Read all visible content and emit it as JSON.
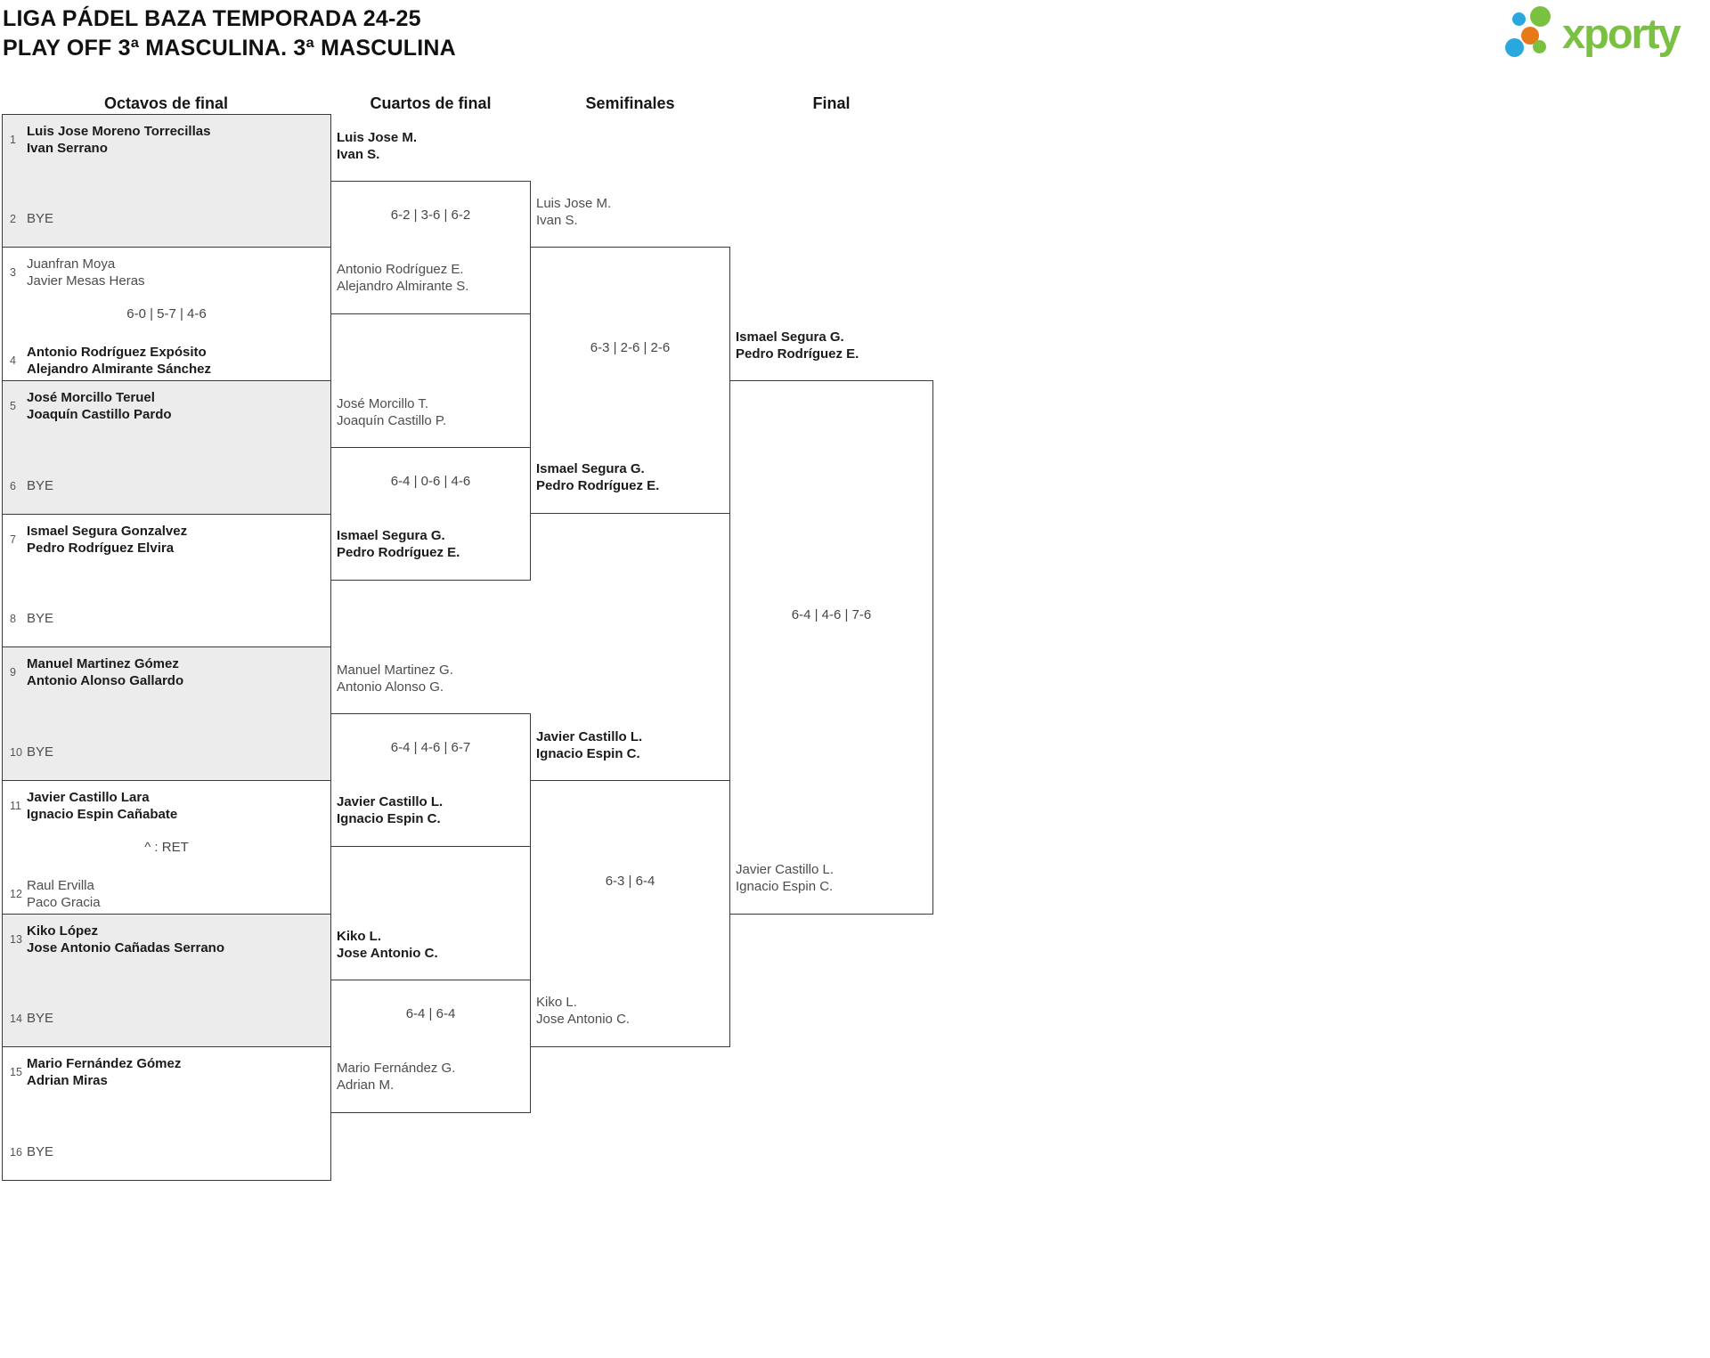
{
  "title": {
    "line1": "LIGA PÁDEL BAZA TEMPORADA 24-25",
    "line2": "PLAY OFF 3ª MASCULINA. 3ª MASCULINA"
  },
  "logo": {
    "text": "xporty",
    "green": "#7ac142",
    "blue": "#29a8e0",
    "orange": "#e87917"
  },
  "round_headers": [
    "Octavos de final",
    "Cuartos de final",
    "Semifinales",
    "Final"
  ],
  "bracket": {
    "octavos": [
      {
        "seed_top": "1",
        "top1": "Luis Jose Moreno Torrecillas",
        "top2": "Ivan Serrano",
        "top_winner": true,
        "score": "",
        "seed_bottom": "2",
        "bottom1": "BYE",
        "bottom2": "",
        "bottom_winner": false
      },
      {
        "seed_top": "3",
        "top1": "Juanfran Moya",
        "top2": "Javier Mesas Heras",
        "top_winner": false,
        "score": "6-0 | 5-7 | 4-6",
        "seed_bottom": "4",
        "bottom1": "Antonio Rodríguez Expósito",
        "bottom2": "Alejandro Almirante Sánchez",
        "bottom_winner": true
      },
      {
        "seed_top": "5",
        "top1": "José Morcillo Teruel",
        "top2": "Joaquín Castillo Pardo",
        "top_winner": true,
        "score": "",
        "seed_bottom": "6",
        "bottom1": "BYE",
        "bottom2": "",
        "bottom_winner": false
      },
      {
        "seed_top": "7",
        "top1": "Ismael Segura Gonzalvez",
        "top2": "Pedro Rodríguez Elvira",
        "top_winner": true,
        "score": "",
        "seed_bottom": "8",
        "bottom1": "BYE",
        "bottom2": "",
        "bottom_winner": false
      },
      {
        "seed_top": "9",
        "top1": "Manuel Martinez Gómez",
        "top2": "Antonio Alonso Gallardo",
        "top_winner": true,
        "score": "",
        "seed_bottom": "10",
        "bottom1": "BYE",
        "bottom2": "",
        "bottom_winner": false
      },
      {
        "seed_top": "11",
        "top1": "Javier Castillo Lara",
        "top2": "Ignacio Espin Cañabate",
        "top_winner": true,
        "score": "^ : RET",
        "seed_bottom": "12",
        "bottom1": "Raul Ervilla",
        "bottom2": "Paco Gracia",
        "bottom_winner": false
      },
      {
        "seed_top": "13",
        "top1": "Kiko López",
        "top2": "Jose Antonio Cañadas Serrano",
        "top_winner": true,
        "score": "",
        "seed_bottom": "14",
        "bottom1": "BYE",
        "bottom2": "",
        "bottom_winner": false
      },
      {
        "seed_top": "15",
        "top1": "Mario Fernández Gómez",
        "top2": "Adrian Miras",
        "top_winner": true,
        "score": "",
        "seed_bottom": "16",
        "bottom1": "BYE",
        "bottom2": "",
        "bottom_winner": false
      }
    ],
    "cuartos": [
      {
        "top1": "Luis Jose M.",
        "top2": "Ivan S.",
        "top_winner": true,
        "score": "6-2 | 3-6 | 6-2",
        "bottom1": "Antonio Rodríguez E.",
        "bottom2": "Alejandro Almirante S.",
        "bottom_winner": false
      },
      {
        "top1": "José Morcillo T.",
        "top2": "Joaquín Castillo P.",
        "top_winner": false,
        "score": "6-4 | 0-6 | 4-6",
        "bottom1": "Ismael Segura G.",
        "bottom2": "Pedro Rodríguez E.",
        "bottom_winner": true
      },
      {
        "top1": "Manuel Martinez G.",
        "top2": "Antonio Alonso G.",
        "top_winner": false,
        "score": "6-4 | 4-6 | 6-7",
        "bottom1": "Javier Castillo L.",
        "bottom2": "Ignacio Espin C.",
        "bottom_winner": true
      },
      {
        "top1": "Kiko L.",
        "top2": "Jose Antonio C.",
        "top_winner": true,
        "score": "6-4 | 6-4",
        "bottom1": "Mario Fernández G.",
        "bottom2": "Adrian M.",
        "bottom_winner": false
      }
    ],
    "semifinales": [
      {
        "top1": "Luis Jose M.",
        "top2": "Ivan S.",
        "top_winner": false,
        "score": "6-3 | 2-6 | 2-6",
        "bottom1": "Ismael Segura G.",
        "bottom2": "Pedro Rodríguez E.",
        "bottom_winner": true
      },
      {
        "top1": "Javier Castillo L.",
        "top2": "Ignacio Espin C.",
        "top_winner": true,
        "score": "6-3 | 6-4",
        "bottom1": "Kiko L.",
        "bottom2": "Jose Antonio C.",
        "bottom_winner": false
      }
    ],
    "final": [
      {
        "top1": "Ismael Segura G.",
        "top2": "Pedro Rodríguez E.",
        "top_winner": true,
        "score": "6-4 | 4-6 | 7-6",
        "bottom1": "Javier Castillo L.",
        "bottom2": "Ignacio Espin C.",
        "bottom_winner": false
      }
    ]
  }
}
